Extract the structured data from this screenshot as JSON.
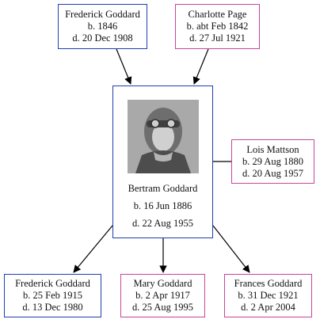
{
  "father": {
    "name": "Frederick Goddard",
    "born": "b. 1846",
    "died": "d. 20 Dec 1908"
  },
  "mother": {
    "name": "Charlotte Page",
    "born": "b. abt Feb 1842",
    "died": "d. 27 Jul 1921"
  },
  "subject": {
    "name": "Bertram Goddard",
    "born": "b. 16 Jun 1886",
    "died": "d. 22 Aug 1955"
  },
  "spouse": {
    "name": "Lois Mattson",
    "born": "b. 29 Aug 1880",
    "died": "d. 20 Aug 1957"
  },
  "children": [
    {
      "name": "Frederick Goddard",
      "born": "b. 25 Feb 1915",
      "died": "d. 13 Dec 1980"
    },
    {
      "name": "Mary Goddard",
      "born": "b. 2 Apr 1917",
      "died": "d. 25 Aug 1995"
    },
    {
      "name": "Frances Goddard",
      "born": "b. 31 Dec 1921",
      "died": "d. 2 Apr 2004"
    }
  ],
  "colors": {
    "male_border": "#1f3fae",
    "female_border": "#c4479c",
    "edge": "#000000"
  }
}
